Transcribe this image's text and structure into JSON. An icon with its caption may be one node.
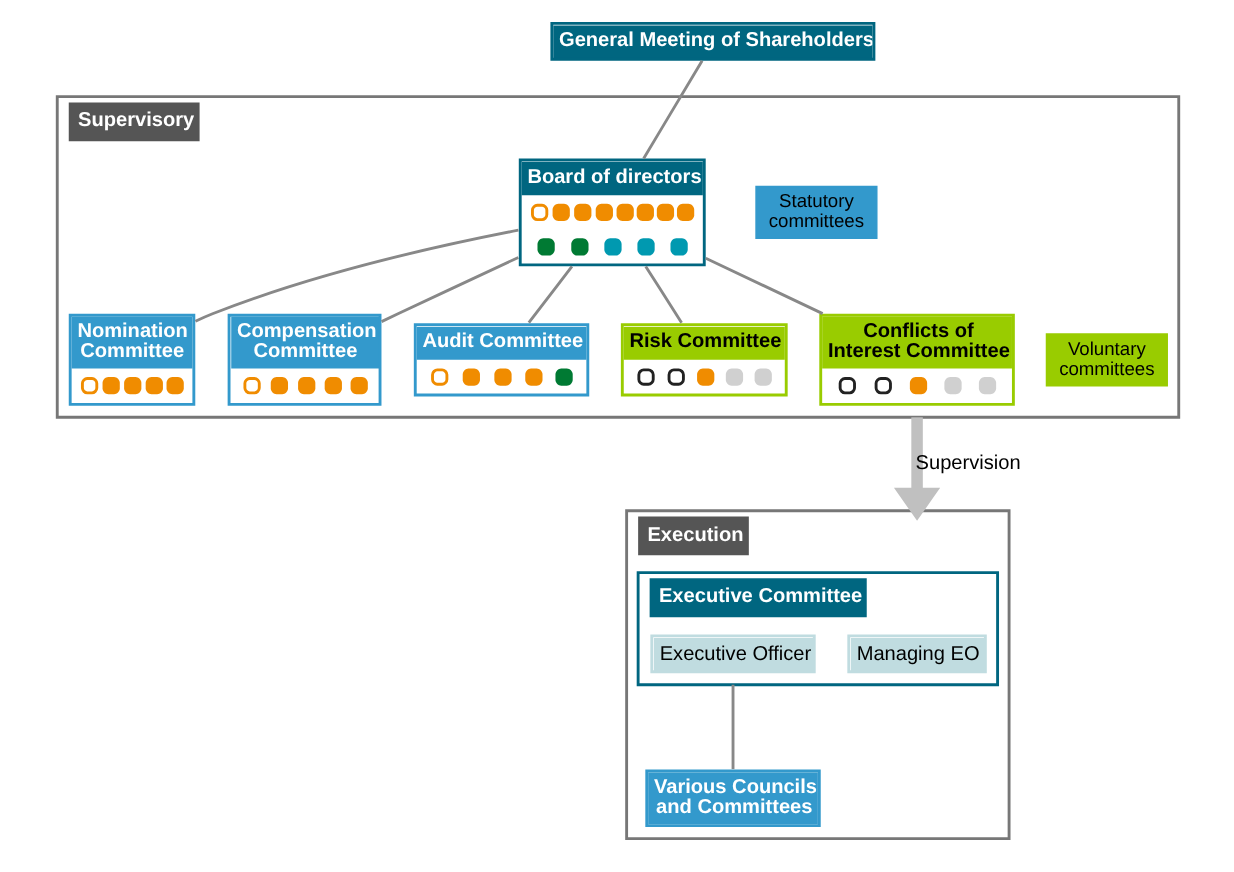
{
  "diagram": {
    "nodes": [
      {
        "text": [
          "General Meeting of Shareholders"
        ]
      },
      {
        "text": [
          "Supervisory"
        ]
      },
      {
        "text": [
          "Board of directors"
        ],
        "in": 1
      },
      {
        "text": [
          "Nomination Committee"
        ],
        "in": 1
      },
      {
        "text": [
          "Compensation Committee"
        ],
        "in": 1
      },
      {
        "text": [
          "Audit Committee"
        ],
        "in": 1
      },
      {
        "text": [
          "Risk Committee"
        ],
        "in": 1
      },
      {
        "text": [
          "Conflicts of Interest Committee"
        ],
        "in": 1
      },
      {
        "text": [
          "Execution"
        ]
      },
      {
        "text": [
          "Executive Committee"
        ],
        "in": 8
      },
      {
        "text": [
          "Managing EO"
        ],
        "in": 9
      },
      {
        "text": [
          "Executive Officer"
        ],
        "in": 9
      },
      {
        "text": [
          "Various Councils and Committees"
        ],
        "in": 8
      }
    ],
    "edges": [
      {
        "from": 0,
        "to": 2,
        "arrow": "none"
      },
      {
        "from": 2,
        "to": 3,
        "arrow": "none"
      },
      {
        "from": 2,
        "to": 4,
        "arrow": "none"
      },
      {
        "from": 2,
        "to": 5,
        "arrow": "none"
      },
      {
        "from": 2,
        "to": 6,
        "arrow": "none"
      },
      {
        "from": 2,
        "to": 7,
        "arrow": "none"
      },
      {
        "from": 1,
        "to": 8,
        "arrow": "to",
        "label": "Supervision",
        "style": "thick",
        "color": "#c0c0c0"
      },
      {
        "from": 9,
        "to": 12,
        "arrow": "none"
      }
    ],
    "legend": [
      {
        "text": "Statutory committees",
        "color": "#3399cc"
      },
      {
        "text": "Voluntary committees",
        "color": "#99cc00"
      }
    ]
  }
}
